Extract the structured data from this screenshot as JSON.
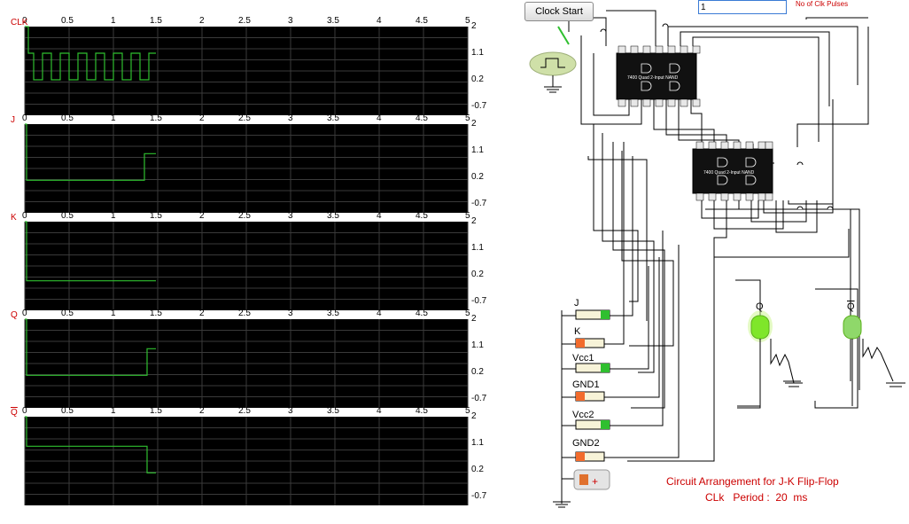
{
  "oscilloscope": {
    "x_ticks": [
      "0",
      "0.5",
      "1",
      "1.5",
      "2",
      "2.5",
      "3",
      "3.5",
      "4",
      "4.5",
      "5"
    ],
    "y_ticks": [
      "2",
      "1.1",
      "0.2",
      "-0.7"
    ],
    "channels": [
      {
        "label": "CLK"
      },
      {
        "label": "J"
      },
      {
        "label": "K"
      },
      {
        "label": "Q"
      },
      {
        "label": "Q"
      }
    ]
  },
  "chart_data": [
    {
      "type": "line",
      "series": [
        {
          "name": "CLK",
          "x": [
            0,
            0.04,
            0.04,
            0.1,
            0.1,
            0.2,
            0.2,
            0.3,
            0.3,
            0.4,
            0.4,
            0.5,
            0.5,
            0.6,
            0.6,
            0.7,
            0.7,
            0.8,
            0.8,
            0.9,
            0.9,
            1.0,
            1.0,
            1.1,
            1.1,
            1.2,
            1.2,
            1.3,
            1.3,
            1.4,
            1.4,
            1.48
          ],
          "y": [
            2,
            2,
            1.1,
            1.1,
            0.2,
            0.2,
            1.1,
            1.1,
            0.2,
            0.2,
            1.1,
            1.1,
            0.2,
            0.2,
            1.1,
            1.1,
            0.2,
            0.2,
            1.1,
            1.1,
            0.2,
            0.2,
            1.1,
            1.1,
            0.2,
            0.2,
            1.1,
            1.1,
            0.2,
            0.2,
            1.1,
            1.1
          ]
        }
      ],
      "xlim": [
        0,
        5
      ],
      "ylim": [
        -1.0,
        2.0
      ]
    },
    {
      "type": "line",
      "series": [
        {
          "name": "J",
          "x": [
            0,
            0.02,
            0.02,
            1.35,
            1.35,
            1.48
          ],
          "y": [
            2,
            2,
            0.1,
            0.1,
            1.0,
            1.0
          ]
        }
      ],
      "xlim": [
        0,
        5
      ],
      "ylim": [
        -1.0,
        2.0
      ]
    },
    {
      "type": "line",
      "series": [
        {
          "name": "K",
          "x": [
            0,
            0.02,
            0.02,
            1.48
          ],
          "y": [
            2,
            2,
            0.0,
            0.0
          ]
        }
      ],
      "xlim": [
        0,
        5
      ],
      "ylim": [
        -1.0,
        2.0
      ]
    },
    {
      "type": "line",
      "series": [
        {
          "name": "Q",
          "x": [
            0,
            0.02,
            0.02,
            1.38,
            1.38,
            1.48
          ],
          "y": [
            2,
            2,
            0.1,
            0.1,
            1.0,
            1.0
          ]
        }
      ],
      "xlim": [
        0,
        5
      ],
      "ylim": [
        -1.0,
        2.0
      ]
    },
    {
      "type": "line",
      "series": [
        {
          "name": "Q",
          "x": [
            0,
            0.02,
            0.02,
            1.38,
            1.38,
            1.48
          ],
          "y": [
            2,
            2,
            1.0,
            1.0,
            0.1,
            0.1
          ]
        }
      ],
      "xlim": [
        0,
        5
      ],
      "ylim": [
        -1.0,
        2.0
      ]
    }
  ],
  "controls": {
    "clock_button": "Clock Start",
    "pulses_value": "1",
    "pulses_label": "No of Clk Pulses"
  },
  "chips": {
    "label": "7400 Quad 2-Input NAND"
  },
  "switches": [
    "J",
    "K",
    "Vcc1",
    "GND1",
    "Vcc2",
    "GND2"
  ],
  "leds": {
    "q_label": "Q",
    "qbar_label": "Q"
  },
  "caption": {
    "line1": "Circuit Arrangement for J-K Flip-Flop",
    "line2": "CLk   Period :  20  ms"
  },
  "colors": {
    "trace": "#2fbf2f",
    "plot_bg": "#000000",
    "label_red": "#cc0000",
    "led_green": "#7fe62a"
  }
}
